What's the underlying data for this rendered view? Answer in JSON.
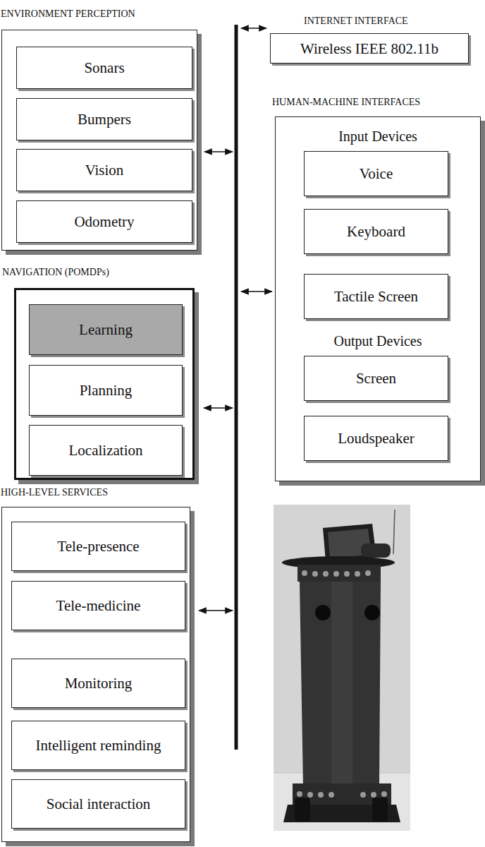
{
  "diagram": {
    "nodes": [
      {
        "text": [
          "ENVIRONMENT PERCEPTION"
        ]
      },
      {
        "text": [
          "Sonars"
        ],
        "in": 0
      },
      {
        "text": [
          "Bumpers"
        ],
        "in": 0
      },
      {
        "text": [
          "Vision"
        ],
        "in": 0
      },
      {
        "text": [
          "Odometry"
        ],
        "in": 0
      },
      {
        "text": [
          "INTERNET INTERFACE",
          "Wireless IEEE 802.11b"
        ]
      },
      {
        "text": [
          "HUMAN-MACHINE INTERFACES",
          "Input Devices",
          "Output Devices"
        ]
      },
      {
        "text": [
          "Voice"
        ],
        "in": 6
      },
      {
        "text": [
          "Keyboard"
        ],
        "in": 6
      },
      {
        "text": [
          "Tactile Screen"
        ],
        "in": 6
      },
      {
        "text": [
          "Screen"
        ],
        "in": 6
      },
      {
        "text": [
          "Loudspeaker"
        ],
        "in": 6
      },
      {
        "text": [
          "NAVIGATION (POMDPs)"
        ]
      },
      {
        "text": [
          "Learning"
        ],
        "in": 12
      },
      {
        "text": [
          "Planning"
        ],
        "in": 12
      },
      {
        "text": [
          "Localization"
        ],
        "in": 12
      },
      {
        "text": [
          "HIGH-LEVEL SERVICES"
        ]
      },
      {
        "text": [
          "Tele-presence"
        ],
        "in": 16
      },
      {
        "text": [
          "Tele-medicine"
        ],
        "in": 16
      },
      {
        "text": [
          "Monitoring"
        ],
        "in": 16
      },
      {
        "text": [
          "Intelligent reminding"
        ],
        "in": 16
      },
      {
        "text": [
          "Social interaction"
        ],
        "in": 16
      }
    ]
  }
}
